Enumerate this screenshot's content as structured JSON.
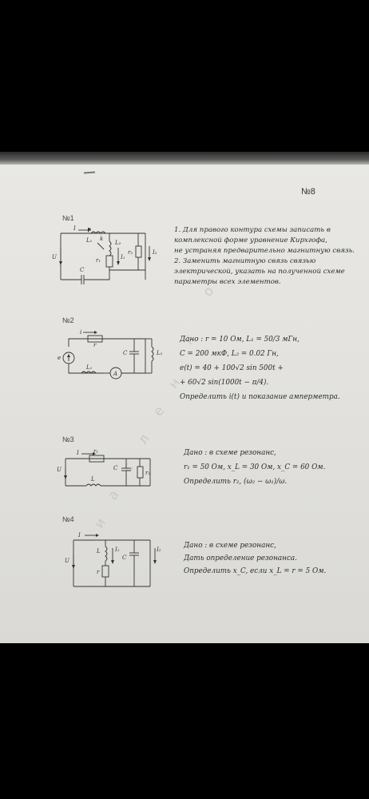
{
  "page": {
    "number": "№8"
  },
  "problems": [
    {
      "label": "№1",
      "text": [
        "1. Для правого контура схемы записать в",
        "комплексной форме уравнение Кирхгофа,",
        "не устраняя предварительно магнитную связь.",
        "2. Заменить магнитную связь связью",
        "электрической, указать на полученной схеме",
        "параметры всех элементов."
      ],
      "circuit_labels": [
        "I",
        "L₁",
        "k",
        "L₂",
        "U",
        "C",
        "r₁",
        "I₁",
        "I₂",
        "r₂"
      ]
    },
    {
      "label": "№2",
      "text": [
        "Дано : r = 10 Ом, L₁ = 50/3 мГн,",
        "C = 200 мкФ, L₂ = 0.02 Гн,",
        "e(t) = 40 + 100√2 sin 500t +",
        "+ 60√2 sin(1000t − π/4).",
        "Определить i(t) и показание амперметра."
      ],
      "circuit_labels": [
        "i",
        "r",
        "e",
        "L₁",
        "A",
        "C",
        "L₂"
      ]
    },
    {
      "label": "№3",
      "text": [
        "Дано : в схеме резонанс,",
        "r₁ = 50 Ом, x_L = 30 Ом, x_C = 60 Ом.",
        "Определить r₂, (ω₂ − ω₁)/ω."
      ],
      "circuit_labels": [
        "I",
        "r₁",
        "U",
        "L",
        "C",
        "r₂"
      ]
    },
    {
      "label": "№4",
      "text": [
        "Дано : в схеме резонанс,",
        "Дать определение резонанса.",
        "Определить x_C, если x_L = r = 5 Ом."
      ],
      "circuit_labels": [
        "I",
        "L",
        "I₁",
        "I₂",
        "U",
        "C",
        "r"
      ]
    }
  ],
  "watermark": [
    "и",
    "а",
    "с",
    "л",
    "е",
    "н",
    "к",
    "о"
  ]
}
